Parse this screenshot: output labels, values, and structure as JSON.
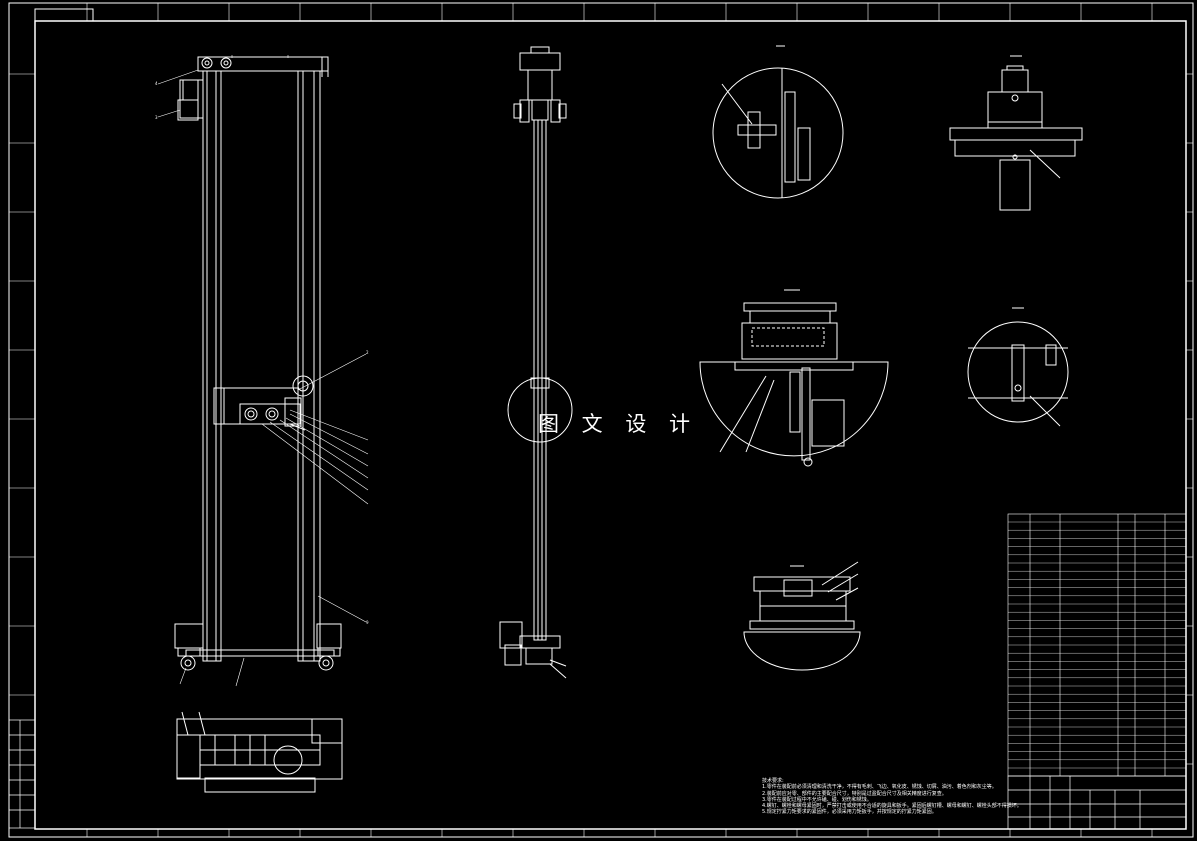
{
  "watermark": "图 文 设 计",
  "sheet": {
    "stroke_color": "#ffffff",
    "background_color": "#000000",
    "accent_color": "#ffffff"
  },
  "tech_notes": {
    "title": "技术要求:",
    "lines": [
      "1.零件在装配前必须清理和清洗干净，不得有毛刺、飞边、氧化皮、锈蚀、切屑、油污、着色剂和灰尘等。",
      "2.装配前应对零、部件的主要配合尺寸，特别是过盈配合尺寸及相关精度进行复查。",
      "3.零件在装配过程中不允许磕、碰、划伤和锈蚀。",
      "4.螺钉、螺栓和螺母紧固时，严禁打击或使用不合适的旋具和扳手。紧固后螺钉槽、螺母和螺钉、螺栓头部不得损坏。",
      "5.规定拧紧力矩要求的紧固件，必须采用力矩扳手，并按规定的拧紧力矩紧固。"
    ]
  },
  "views": [
    {
      "id": "front-view"
    },
    {
      "id": "side-view"
    },
    {
      "id": "top-view"
    },
    {
      "id": "detail-i"
    },
    {
      "id": "detail-ii"
    },
    {
      "id": "detail-iii"
    },
    {
      "id": "detail-iv"
    },
    {
      "id": "detail-v"
    }
  ]
}
